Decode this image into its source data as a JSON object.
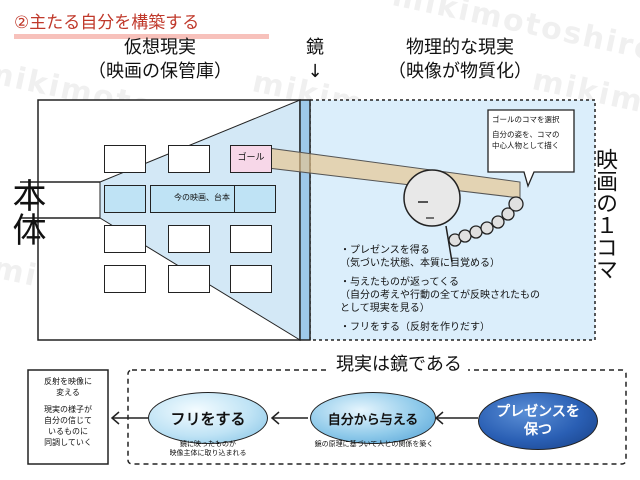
{
  "title": "②主たる自分を構築する",
  "left_header": {
    "line1": "仮想現実",
    "line2": "（映画の保管庫）"
  },
  "mirror_header": {
    "line1": "鏡",
    "line2": "↓"
  },
  "right_header": {
    "line1": "物理的な現実",
    "line2": "（映像が物質化）"
  },
  "honbody_label": "本体",
  "grid": {
    "goal_label": "ゴール",
    "current_label": "今の映画、台本"
  },
  "film_frame_label": "映画の１コマ",
  "speech_bubble": {
    "line1": "ゴールのコマを選択",
    "line2": "自分の姿を、コマの",
    "line3": "中心人物として描く"
  },
  "bullets": [
    {
      "line1": "・プレゼンスを得る",
      "line2": "（気づいた状態、本質に目覚める）"
    },
    {
      "line1": "・与えたものが返ってくる",
      "line2": "（自分の考えや行動の全てが反映されたもの",
      "line3": "として現実を見る）"
    },
    {
      "line1": "・フリをする（反射を作りだす）"
    }
  ],
  "reality_label": "現実は鏡である",
  "left_box": {
    "line1": "反射を映像に",
    "line2": "変える",
    "line3": "現実の様子が",
    "line4": "自分の信じて",
    "line5": "いるものに",
    "line6": "同調していく"
  },
  "ovals": {
    "furi": {
      "label": "フリをする",
      "note1": "鏡に映ったものが",
      "note2": "映像主体に取り込まれる"
    },
    "jibun": {
      "label": "自分から与える",
      "note": "鏡の原理に基づいて人との関係を築く"
    },
    "presence": {
      "line1": "プレゼンスを",
      "line2": "保つ"
    }
  },
  "watermark": "mikimotoshiro",
  "colors": {
    "blue_light": "#bfe3f5",
    "blue_dark": "#1f4e9c",
    "goal_pink": "#f7d7e8",
    "title_red": "#c0392b"
  }
}
